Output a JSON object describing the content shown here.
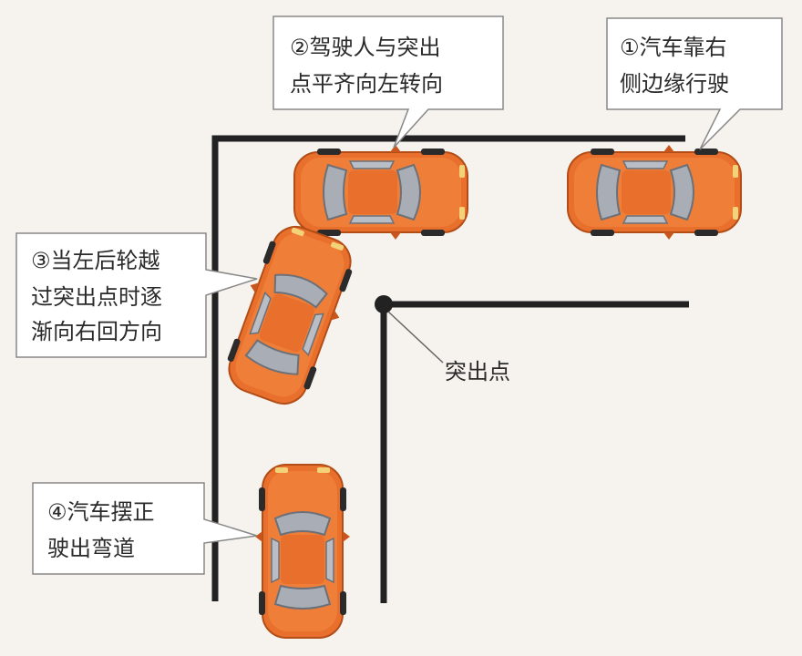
{
  "callouts": {
    "step1": {
      "line1": "①汽车靠右",
      "line2": "侧边缘行驶"
    },
    "step2": {
      "line1": "②驾驶人与突出",
      "line2": "点平齐向左转向"
    },
    "step3": {
      "line1": "③当左后轮越",
      "line2": "过突出点时逐",
      "line3": "渐向右回方向"
    },
    "step4": {
      "line1": "④汽车摆正",
      "line2": "驶出弯道"
    }
  },
  "corner_label": "突出点",
  "colors": {
    "car_body": "#e9702c",
    "car_shadow": "#c8561c",
    "glass": "#a9aeb6",
    "road_line": "#222222",
    "background": "#f6f3ee"
  }
}
